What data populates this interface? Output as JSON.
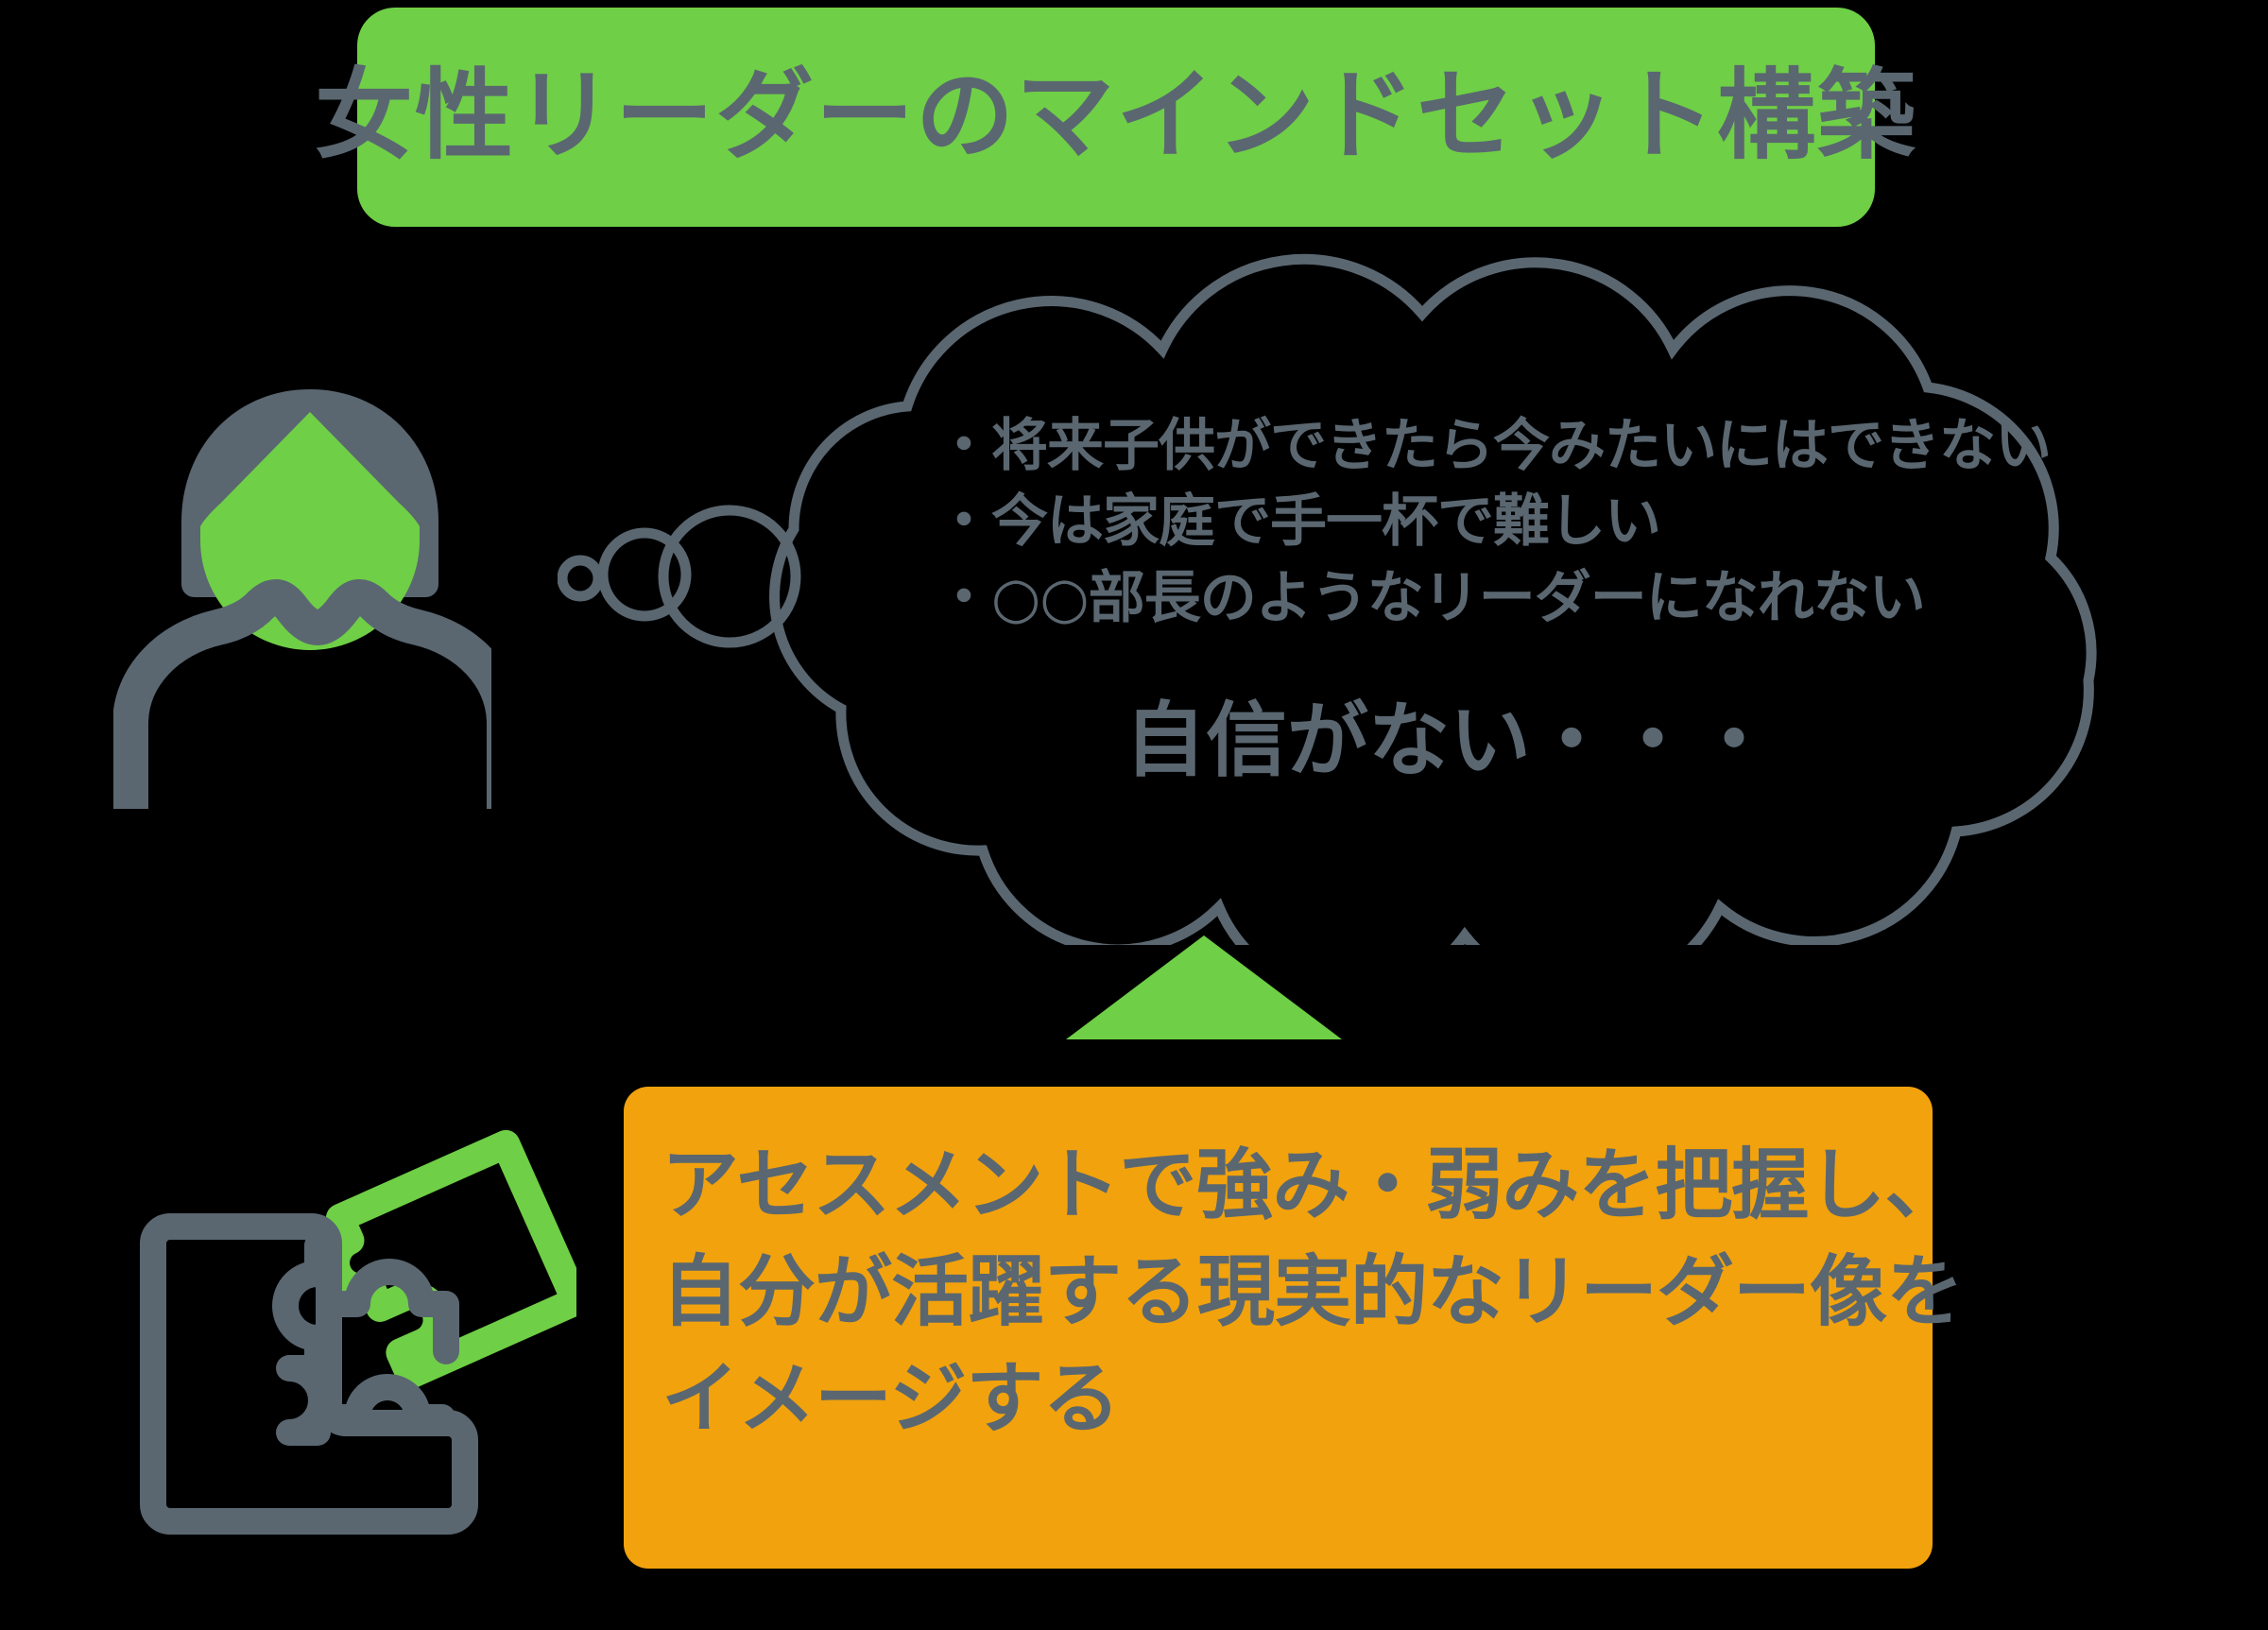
{
  "colors": {
    "background": "#000000",
    "brand_green": "#6FCF46",
    "accent_orange": "#F2A20C",
    "text_slate": "#5A6771"
  },
  "title": {
    "text": "女性リーダーのマインドセット構築"
  },
  "person": {
    "icon": "female-person-icon",
    "hair_color": "#5A6771",
    "face_color": "#6FCF46"
  },
  "thought_cloud": {
    "icon": "thought-cloud",
    "outline_color": "#5A6771",
    "bullets": [
      "・将来子供ができたら今みたいにはできない",
      "・今は家庭で手一杯で難しい",
      "・○○部長のようなリーダーになれない"
    ],
    "headline": "自信がない・・・"
  },
  "arrow": {
    "icon": "up-arrow-icon",
    "color": "#6FCF46",
    "direction": "up"
  },
  "puzzle": {
    "icon": "puzzle-pieces-icon",
    "base_color": "#5A6771",
    "highlight_color": "#6FCF46"
  },
  "action_box": {
    "background": "#F2A20C",
    "lines": [
      "アセスメントで強み・弱みを把握し、",
      "自分が活躍する現実的なリーダー像を",
      "イメージする"
    ]
  }
}
